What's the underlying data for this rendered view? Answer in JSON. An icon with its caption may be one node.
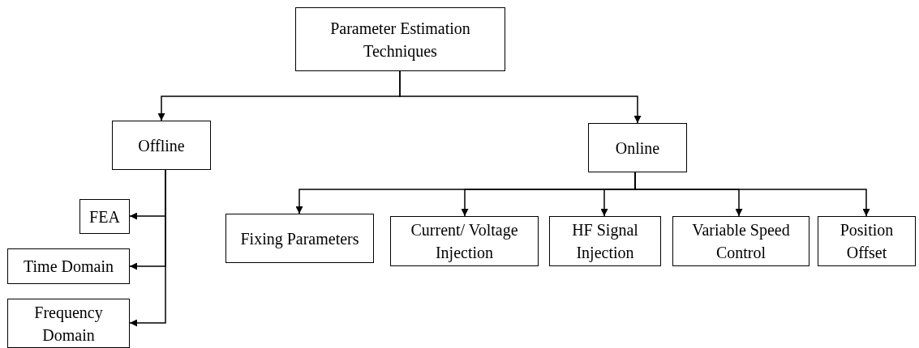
{
  "diagram": {
    "nodes": [
      {
        "text": [
          "Parameter Estimation Techniques"
        ]
      },
      {
        "text": [
          "Offline"
        ]
      },
      {
        "text": [
          "Online"
        ]
      },
      {
        "text": [
          "FEA"
        ]
      },
      {
        "text": [
          "Time Domain"
        ]
      },
      {
        "text": [
          "Frequency Domain"
        ]
      },
      {
        "text": [
          "Fixing Parameters"
        ]
      },
      {
        "text": [
          "Current/ Voltage Injection"
        ]
      },
      {
        "text": [
          "HF Signal Injection"
        ]
      },
      {
        "text": [
          "Variable Speed Control"
        ]
      },
      {
        "text": [
          "Position Offset"
        ]
      }
    ],
    "edges": [
      {
        "from": 0,
        "to": 1,
        "arrow": "to"
      },
      {
        "from": 0,
        "to": 2,
        "arrow": "to"
      },
      {
        "from": 1,
        "to": 3,
        "arrow": "to"
      },
      {
        "from": 1,
        "to": 4,
        "arrow": "to"
      },
      {
        "from": 1,
        "to": 5,
        "arrow": "to"
      },
      {
        "from": 2,
        "to": 6,
        "arrow": "to"
      },
      {
        "from": 2,
        "to": 7,
        "arrow": "to"
      },
      {
        "from": 2,
        "to": 8,
        "arrow": "to"
      },
      {
        "from": 2,
        "to": 9,
        "arrow": "to"
      },
      {
        "from": 2,
        "to": 10,
        "arrow": "to"
      }
    ]
  }
}
